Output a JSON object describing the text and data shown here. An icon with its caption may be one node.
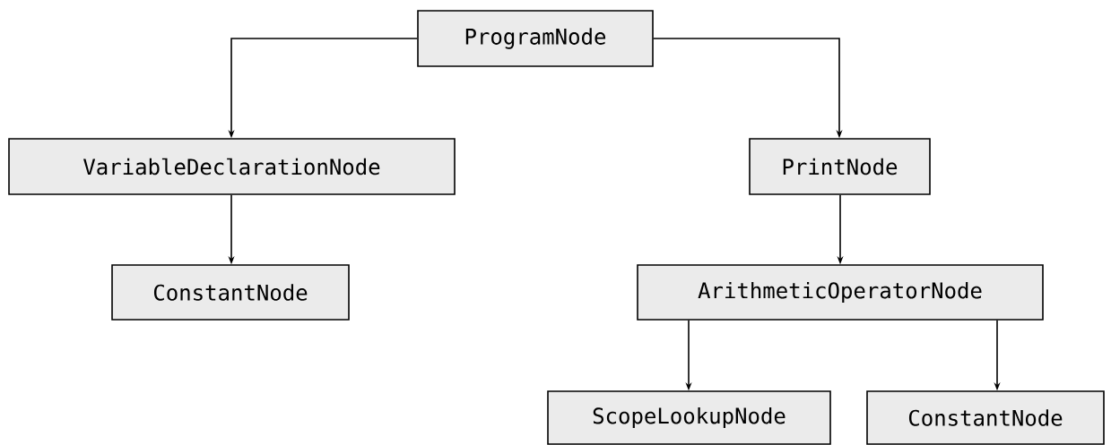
{
  "diagram": {
    "nodes": [
      {
        "text": [
          "ProgramNode"
        ]
      },
      {
        "text": [
          "VariableDeclarationNode"
        ]
      },
      {
        "text": [
          "PrintNode"
        ]
      },
      {
        "text": [
          "ConstantNode"
        ]
      },
      {
        "text": [
          "ArithmeticOperatorNode"
        ]
      },
      {
        "text": [
          "ScopeLookupNode"
        ]
      },
      {
        "text": [
          "ConstantNode"
        ]
      }
    ],
    "edges": [
      {
        "from": 0,
        "to": 1,
        "arrow": "to"
      },
      {
        "from": 0,
        "to": 2,
        "arrow": "to"
      },
      {
        "from": 1,
        "to": 3,
        "arrow": "to"
      },
      {
        "from": 2,
        "to": 4,
        "arrow": "to"
      },
      {
        "from": 4,
        "to": 5,
        "arrow": "to"
      },
      {
        "from": 4,
        "to": 6,
        "arrow": "to"
      }
    ]
  }
}
